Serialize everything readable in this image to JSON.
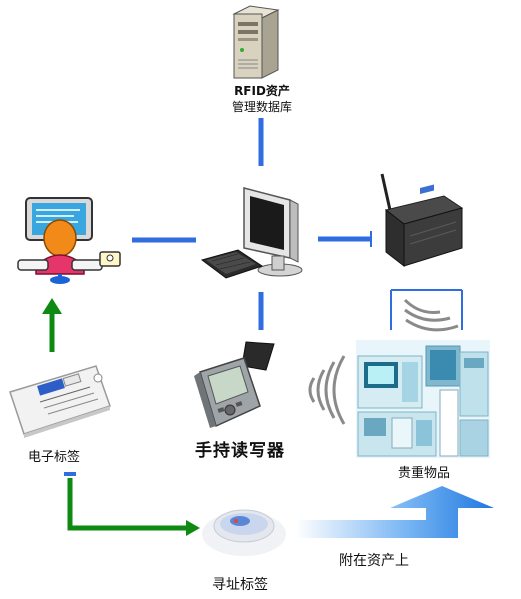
{
  "nodes": {
    "server": {
      "label_line1": "RFID资产",
      "label_line2": "管理数据库",
      "icon": "server-tower-icon"
    },
    "operator": {
      "icon": "operator-at-computer-icon"
    },
    "pc": {
      "icon": "desktop-pc-icon"
    },
    "fixed_reader": {
      "icon": "fixed-rfid-reader-icon"
    },
    "handheld": {
      "label": "手持读写器",
      "icon": "handheld-reader-icon"
    },
    "etag": {
      "label": "电子标签",
      "icon": "rfid-card-icon"
    },
    "asset": {
      "label": "贵重物品",
      "icon": "lab-equipment-icon"
    },
    "locator": {
      "label": "寻址标签",
      "icon": "locator-tag-icon"
    }
  },
  "edges": {
    "attach_label": "附在资产上"
  },
  "colors": {
    "link_blue": "#2f6de0",
    "arrow_green": "#0e8a12",
    "wave_gray": "#888888"
  }
}
